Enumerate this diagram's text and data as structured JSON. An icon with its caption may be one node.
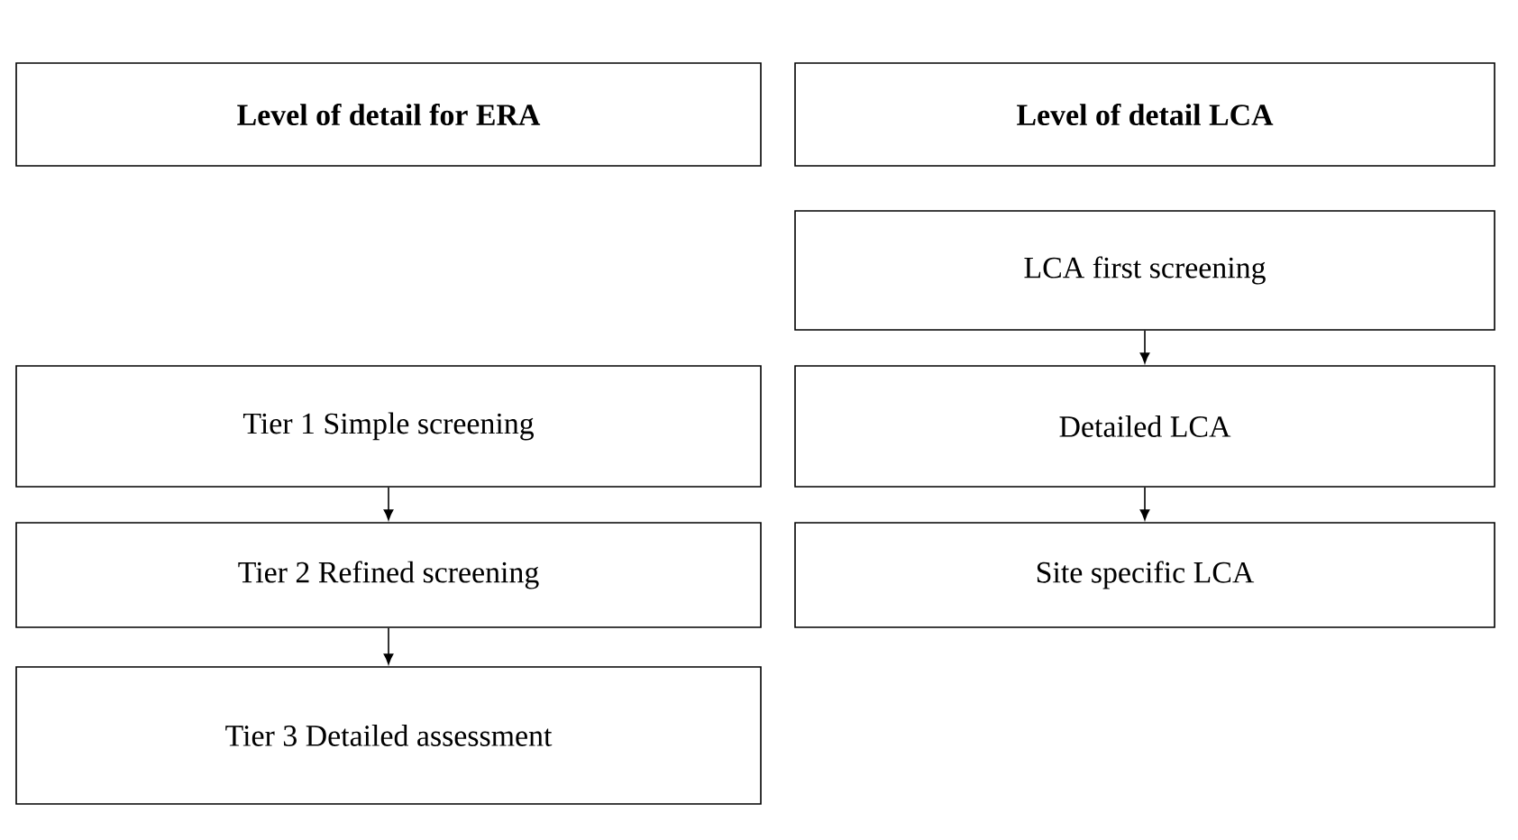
{
  "diagram": {
    "nodes": [
      {
        "text": [
          "Level of detail for ERA"
        ]
      },
      {
        "text": [
          "Level of detail LCA"
        ]
      },
      {
        "text": [
          "LCA first screening"
        ]
      },
      {
        "text": [
          "Tier 1 Simple screening"
        ]
      },
      {
        "text": [
          "Detailed LCA"
        ]
      },
      {
        "text": [
          "Tier 2 Refined screening"
        ]
      },
      {
        "text": [
          "Site specific LCA"
        ]
      },
      {
        "text": [
          "Tier 3 Detailed assessment"
        ]
      }
    ],
    "edges": [
      {
        "from": 2,
        "to": 4,
        "arrow": "to"
      },
      {
        "from": 4,
        "to": 6,
        "arrow": "to"
      },
      {
        "from": 3,
        "to": 5,
        "arrow": "to"
      },
      {
        "from": 5,
        "to": 7,
        "arrow": "to"
      }
    ]
  }
}
